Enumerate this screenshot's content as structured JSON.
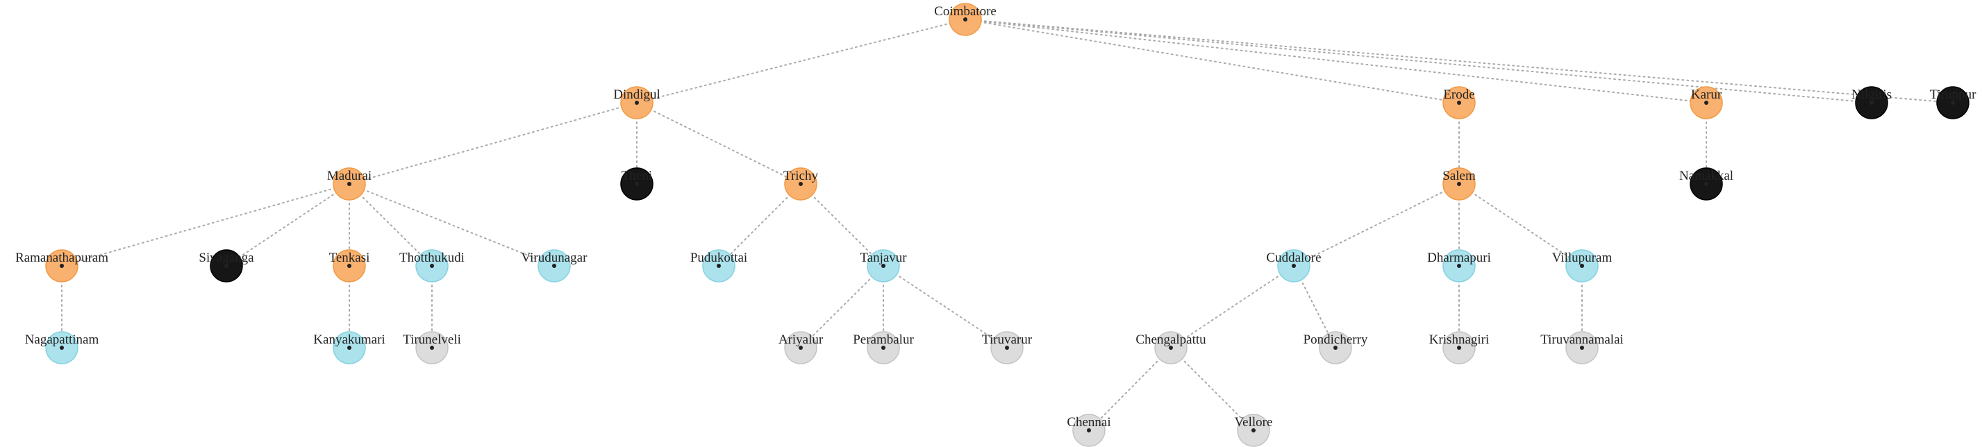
{
  "palette": {
    "orange": "#f9b16f",
    "cyan": "#abe2ec",
    "black": "#161616",
    "gray": "#dcdcdc"
  },
  "strokes": {
    "orange": "#f19a45",
    "cyan": "#86d2e0",
    "black": "#000000",
    "gray": "#c4c4c4"
  },
  "nodes": [
    {
      "id": "coimbatore",
      "label": "Coimbatore",
      "color": "orange"
    },
    {
      "id": "dindigul",
      "label": "Dindigul",
      "color": "orange"
    },
    {
      "id": "erode",
      "label": "Erode",
      "color": "orange"
    },
    {
      "id": "karur",
      "label": "Karur",
      "color": "orange"
    },
    {
      "id": "nilgiris",
      "label": "Nilgiris",
      "color": "black"
    },
    {
      "id": "tiruppur",
      "label": "Tiruppur",
      "color": "black"
    },
    {
      "id": "madurai",
      "label": "Madurai",
      "color": "orange"
    },
    {
      "id": "theni",
      "label": "Theni",
      "color": "black"
    },
    {
      "id": "trichy",
      "label": "Trichy",
      "color": "orange"
    },
    {
      "id": "salem",
      "label": "Salem",
      "color": "orange"
    },
    {
      "id": "namakkal",
      "label": "Namakkal",
      "color": "black"
    },
    {
      "id": "ramanathapuram",
      "label": "Ramanathapuram",
      "color": "orange"
    },
    {
      "id": "sivaganga",
      "label": "Sivaganga",
      "color": "black"
    },
    {
      "id": "tenkasi",
      "label": "Tenkasi",
      "color": "orange"
    },
    {
      "id": "thoothukudi",
      "label": "Thotthukudi",
      "color": "cyan"
    },
    {
      "id": "virudunagar",
      "label": "Virudunagar",
      "color": "cyan"
    },
    {
      "id": "pudukottai",
      "label": "Pudukottai",
      "color": "cyan"
    },
    {
      "id": "tanjavur",
      "label": "Tanjavur",
      "color": "cyan"
    },
    {
      "id": "cuddalore",
      "label": "Cuddalore",
      "color": "cyan"
    },
    {
      "id": "dharmapuri",
      "label": "Dharmapuri",
      "color": "cyan"
    },
    {
      "id": "villupuram",
      "label": "Villupuram",
      "color": "cyan"
    },
    {
      "id": "nagapattinam",
      "label": "Nagapattinam",
      "color": "cyan"
    },
    {
      "id": "kanyakumari",
      "label": "Kanyakumari",
      "color": "cyan"
    },
    {
      "id": "tirunelveli",
      "label": "Tirunelveli",
      "color": "gray"
    },
    {
      "id": "ariyalur",
      "label": "Ariyalur",
      "color": "gray"
    },
    {
      "id": "perambalur",
      "label": "Perambalur",
      "color": "gray"
    },
    {
      "id": "tiruvarur",
      "label": "Tiruvarur",
      "color": "gray"
    },
    {
      "id": "chengalpattu",
      "label": "Chengalpattu",
      "color": "gray"
    },
    {
      "id": "pondicherry",
      "label": "Pondicherry",
      "color": "gray"
    },
    {
      "id": "krishnagiri",
      "label": "Krishnagiri",
      "color": "gray"
    },
    {
      "id": "tiruvannamalai",
      "label": "Tiruvannamalai",
      "color": "gray"
    },
    {
      "id": "chennai",
      "label": "Chennai",
      "color": "gray"
    },
    {
      "id": "vellore",
      "label": "Vellore",
      "color": "gray"
    }
  ],
  "edges": [
    [
      "coimbatore",
      "dindigul"
    ],
    [
      "coimbatore",
      "erode"
    ],
    [
      "coimbatore",
      "karur"
    ],
    [
      "coimbatore",
      "nilgiris"
    ],
    [
      "coimbatore",
      "tiruppur"
    ],
    [
      "dindigul",
      "madurai"
    ],
    [
      "dindigul",
      "theni"
    ],
    [
      "dindigul",
      "trichy"
    ],
    [
      "erode",
      "salem"
    ],
    [
      "karur",
      "namakkal"
    ],
    [
      "madurai",
      "ramanathapuram"
    ],
    [
      "madurai",
      "sivaganga"
    ],
    [
      "madurai",
      "tenkasi"
    ],
    [
      "madurai",
      "thoothukudi"
    ],
    [
      "madurai",
      "virudunagar"
    ],
    [
      "trichy",
      "pudukottai"
    ],
    [
      "trichy",
      "tanjavur"
    ],
    [
      "salem",
      "cuddalore"
    ],
    [
      "salem",
      "dharmapuri"
    ],
    [
      "salem",
      "villupuram"
    ],
    [
      "ramanathapuram",
      "nagapattinam"
    ],
    [
      "tenkasi",
      "kanyakumari"
    ],
    [
      "thoothukudi",
      "tirunelveli"
    ],
    [
      "tanjavur",
      "ariyalur"
    ],
    [
      "tanjavur",
      "perambalur"
    ],
    [
      "tanjavur",
      "tiruvarur"
    ],
    [
      "cuddalore",
      "chengalpattu"
    ],
    [
      "cuddalore",
      "pondicherry"
    ],
    [
      "dharmapuri",
      "krishnagiri"
    ],
    [
      "villupuram",
      "tiruvannamalai"
    ],
    [
      "chengalpattu",
      "chennai"
    ],
    [
      "chengalpattu",
      "vellore"
    ]
  ]
}
